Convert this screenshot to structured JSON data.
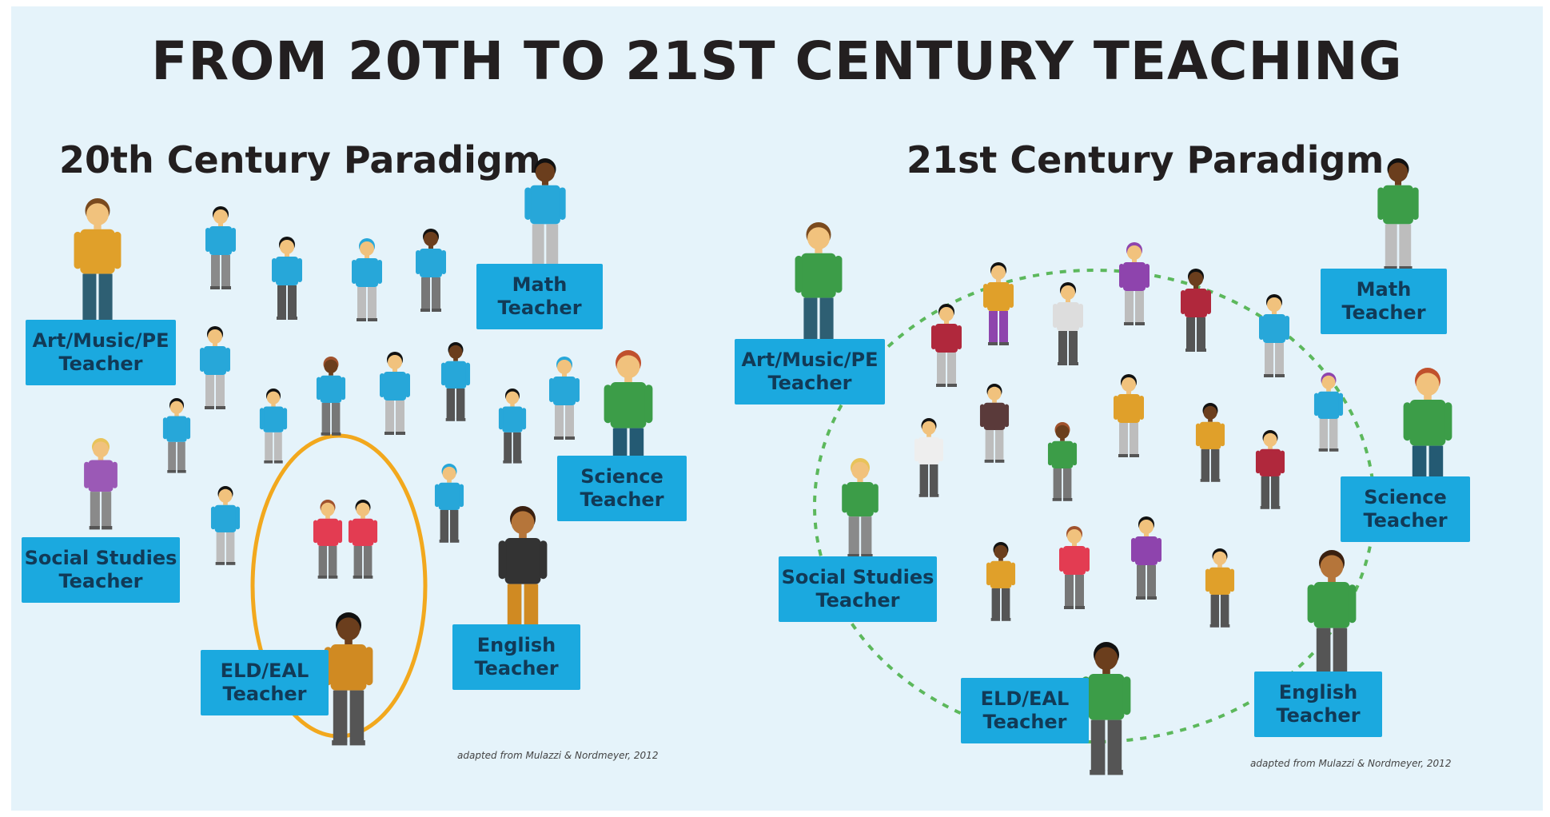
{
  "title": "FROM 20TH TO 21ST CENTURY TEACHING",
  "left_panel": {
    "heading": "20th Century Paradigm",
    "labels": {
      "art": "Art/Music/PE\nTeacher",
      "social": "Social Studies\nTeacher",
      "math": "Math\nTeacher",
      "science": "Science\nTeacher",
      "english": "English\nTeacher",
      "eld": "ELD/EAL\nTeacher"
    },
    "credit": "adapted from Mulazzi & Nordmeyer, 2012"
  },
  "right_panel": {
    "heading": "21st Century Paradigm",
    "labels": {
      "art": "Art/Music/PE\nTeacher",
      "social": "Social Studies\nTeacher",
      "math": "Math\nTeacher",
      "science": "Science\nTeacher",
      "english": "English\nTeacher",
      "eld": "ELD/EAL\nTeacher"
    },
    "credit": "adapted from Mulazzi & Nordmeyer, 2012"
  },
  "colors": {
    "background": "#e5f3fa",
    "label": "#1ba9df",
    "label_text": "#113a57",
    "highlight_ring": "#f2a81d",
    "dashed_circle": "#5cb85c"
  }
}
